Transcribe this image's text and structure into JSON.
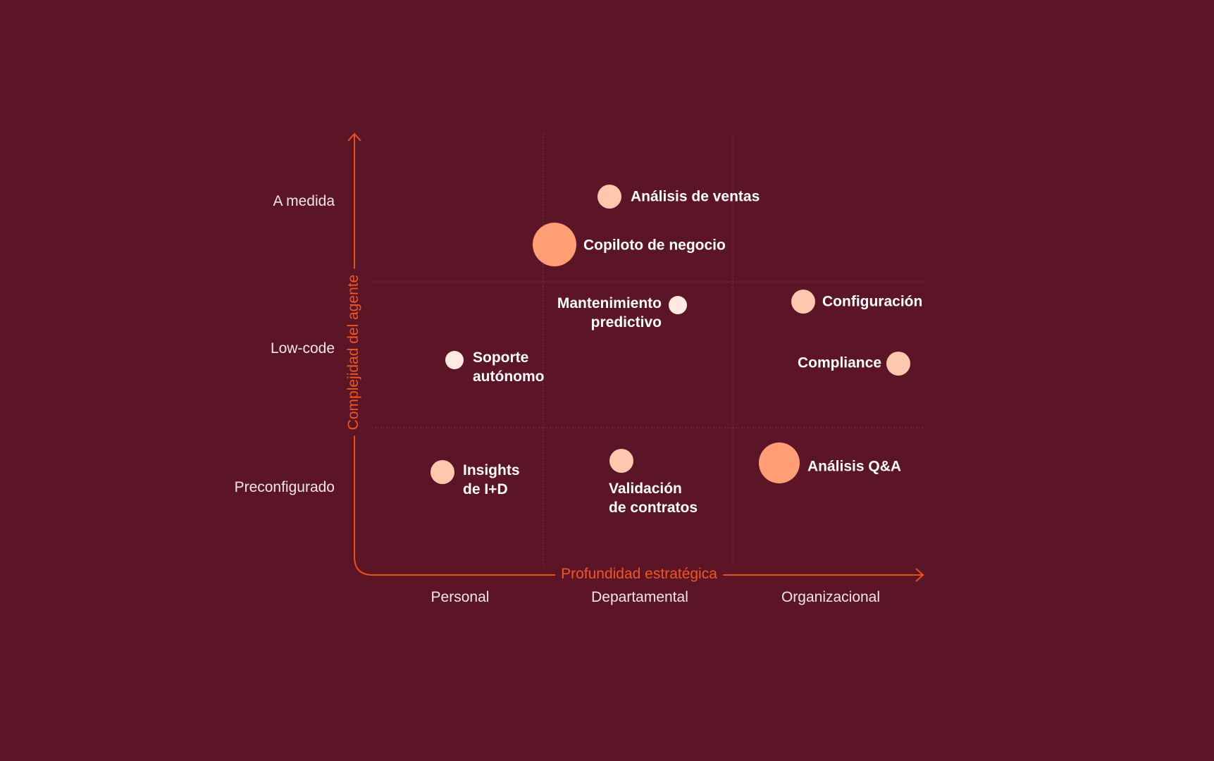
{
  "chart_data": {
    "type": "scatter",
    "title": "",
    "xlabel": "Profundidad estratégica",
    "ylabel": "Complejidad del agente",
    "x_categories": [
      "Personal",
      "Departamental",
      "Organizacional"
    ],
    "y_categories": [
      "Preconfigurado",
      "Low-code",
      "A medida"
    ],
    "grid": true,
    "colors": {
      "background": "#5C1526",
      "axis": "#E8501A",
      "axis_title": "#F0561E",
      "large_point": "#FF9E74",
      "medium_point": "#FFC8AE",
      "small_point": "#FFE9E1",
      "tick_text": "#F3E6E6",
      "label_text": "#FFFFFF"
    },
    "points": [
      {
        "label": "Análisis de ventas",
        "lines": [
          "Análisis de ventas"
        ],
        "x_category": "Departamental",
        "y_category": "A medida",
        "size": "medium"
      },
      {
        "label": "Copiloto de negocio",
        "lines": [
          "Copiloto de negocio"
        ],
        "x_category": "Departamental",
        "y_category": "A medida",
        "size": "large"
      },
      {
        "label": "Mantenimiento predictivo",
        "lines": [
          "Mantenimiento",
          "predictivo"
        ],
        "x_category": "Departamental",
        "y_category": "Low-code",
        "size": "small"
      },
      {
        "label": "Configuración",
        "lines": [
          "Configuración"
        ],
        "x_category": "Organizacional",
        "y_category": "Low-code",
        "size": "medium"
      },
      {
        "label": "Soporte autónomo",
        "lines": [
          "Soporte",
          "autónomo"
        ],
        "x_category": "Personal",
        "y_category": "Low-code",
        "size": "small"
      },
      {
        "label": "Compliance",
        "lines": [
          "Compliance"
        ],
        "x_category": "Organizacional",
        "y_category": "Low-code",
        "size": "medium"
      },
      {
        "label": "Insights de I+D",
        "lines": [
          "Insights",
          "de I+D"
        ],
        "x_category": "Personal",
        "y_category": "Preconfigurado",
        "size": "medium"
      },
      {
        "label": "Validación de contratos",
        "lines": [
          "Validación",
          "de contratos"
        ],
        "x_category": "Departamental",
        "y_category": "Preconfigurado",
        "size": "medium"
      },
      {
        "label": "Análisis Q&A",
        "lines": [
          "Análisis Q&A"
        ],
        "x_category": "Organizacional",
        "y_category": "Preconfigurado",
        "size": "large"
      }
    ]
  },
  "axes": {
    "y_title": "Complejidad del agente",
    "x_title": "Profundidad estratégica",
    "y_ticks": [
      "A medida",
      "Low-code",
      "Preconfigurado"
    ],
    "x_ticks": [
      "Personal",
      "Departamental",
      "Organizacional"
    ]
  },
  "points": {
    "analisis_ventas": {
      "l1": "Análisis de ventas"
    },
    "copiloto": {
      "l1": "Copiloto de negocio"
    },
    "mantenimiento": {
      "l1": "Mantenimiento",
      "l2": "predictivo"
    },
    "configuracion": {
      "l1": "Configuración"
    },
    "soporte": {
      "l1": "Soporte",
      "l2": "autónomo"
    },
    "compliance": {
      "l1": "Compliance"
    },
    "insights": {
      "l1": "Insights",
      "l2": "de I+D"
    },
    "validacion": {
      "l1": "Validación",
      "l2": "de contratos"
    },
    "analisis_qa": {
      "l1": "Análisis Q&A"
    }
  }
}
